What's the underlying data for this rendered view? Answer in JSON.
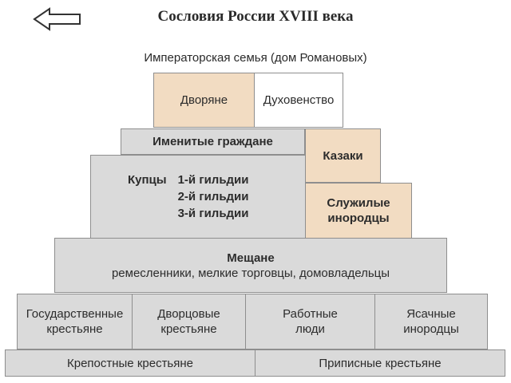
{
  "title": "Сословия России XVIII века",
  "imperial_family": "Императорская семья (дом Романовых)",
  "estates": {
    "nobility": "Дворяне",
    "clergy": "Духовенство",
    "eminent_citizens": "Именитые граждане",
    "cossacks": "Казаки",
    "merchants": {
      "label": "Купцы",
      "guilds": [
        "1-й гильдии",
        "2-й гильдии",
        "3-й гильдии"
      ]
    },
    "serving_foreigners": [
      "Служилые",
      "инородцы"
    ],
    "townspeople": {
      "label": "Мещане",
      "sub": "ремесленники, мелкие торговцы, домовладельцы"
    },
    "state_peasants": [
      "Государственные",
      "крестьяне"
    ],
    "palace_peasants": [
      "Дворцовые",
      "крестьяне"
    ],
    "working_people": [
      "Работные",
      "люди"
    ],
    "yasak_foreigners": [
      "Ясачные",
      "инородцы"
    ],
    "serfs": "Крепостные крестьяне",
    "ascribed_peasants": "Приписные крестьяне"
  },
  "colors": {
    "box_gray": "#dadada",
    "box_peach": "#f2dcc2",
    "border": "#8e8e8e"
  },
  "icons": {
    "back": "left-arrow-icon"
  }
}
